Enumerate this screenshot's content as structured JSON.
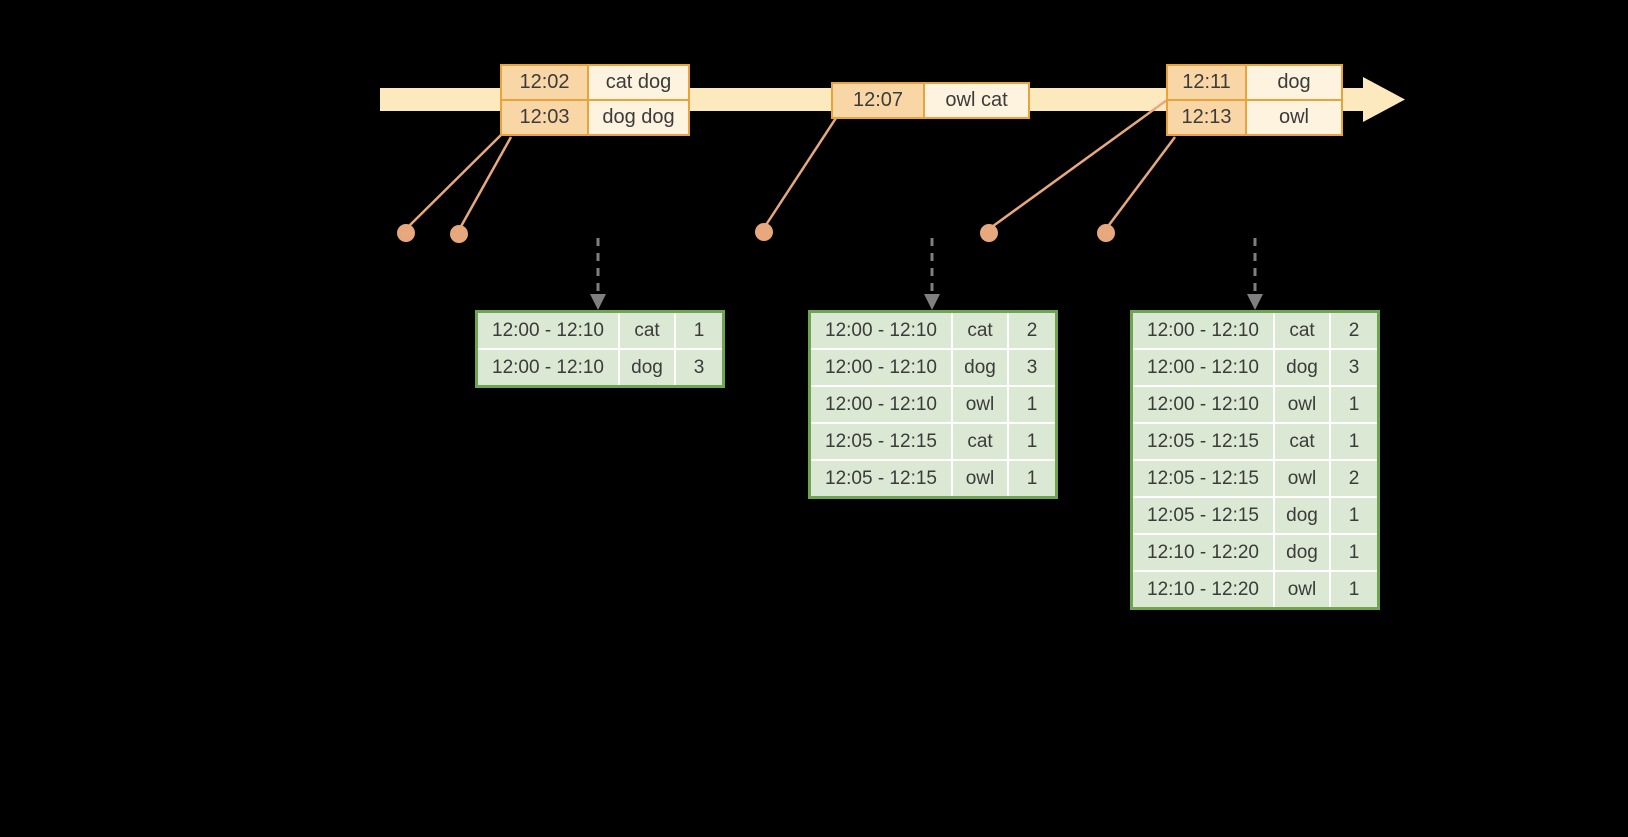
{
  "colors": {
    "background": "#000000",
    "timeline_fill": "#FCE9BE",
    "event_border": "#E9A33B",
    "event_time_bg": "#F9D6A6",
    "event_word_bg": "#FDF3DF",
    "connector": "#E8A87E",
    "arrow_gray": "#7F7F7F",
    "result_border": "#6FA552",
    "result_cell_bg": "#DBE8D3",
    "grid_white": "#FFFFFF",
    "text": "#3B3B3B"
  },
  "event_tables": [
    {
      "rows": [
        {
          "time": "12:02",
          "words": "cat dog"
        },
        {
          "time": "12:03",
          "words": "dog dog"
        }
      ]
    },
    {
      "rows": [
        {
          "time": "12:07",
          "words": "owl cat"
        }
      ]
    },
    {
      "rows": [
        {
          "time": "12:11",
          "words": "dog"
        },
        {
          "time": "12:13",
          "words": "owl"
        }
      ]
    }
  ],
  "result_tables": [
    {
      "rows": [
        {
          "window": "12:00 - 12:10",
          "word": "cat",
          "count": "1"
        },
        {
          "window": "12:00 - 12:10",
          "word": "dog",
          "count": "3"
        }
      ]
    },
    {
      "rows": [
        {
          "window": "12:00 - 12:10",
          "word": "cat",
          "count": "2"
        },
        {
          "window": "12:00 - 12:10",
          "word": "dog",
          "count": "3"
        },
        {
          "window": "12:00 - 12:10",
          "word": "owl",
          "count": "1"
        },
        {
          "window": "12:05 - 12:15",
          "word": "cat",
          "count": "1"
        },
        {
          "window": "12:05 - 12:15",
          "word": "owl",
          "count": "1"
        }
      ]
    },
    {
      "rows": [
        {
          "window": "12:00 - 12:10",
          "word": "cat",
          "count": "2"
        },
        {
          "window": "12:00 - 12:10",
          "word": "dog",
          "count": "3"
        },
        {
          "window": "12:00 - 12:10",
          "word": "owl",
          "count": "1"
        },
        {
          "window": "12:05 - 12:15",
          "word": "cat",
          "count": "1"
        },
        {
          "window": "12:05 - 12:15",
          "word": "owl",
          "count": "2"
        },
        {
          "window": "12:05 - 12:15",
          "word": "dog",
          "count": "1"
        },
        {
          "window": "12:10 - 12:20",
          "word": "dog",
          "count": "1"
        },
        {
          "window": "12:10 - 12:20",
          "word": "owl",
          "count": "1"
        }
      ]
    }
  ]
}
